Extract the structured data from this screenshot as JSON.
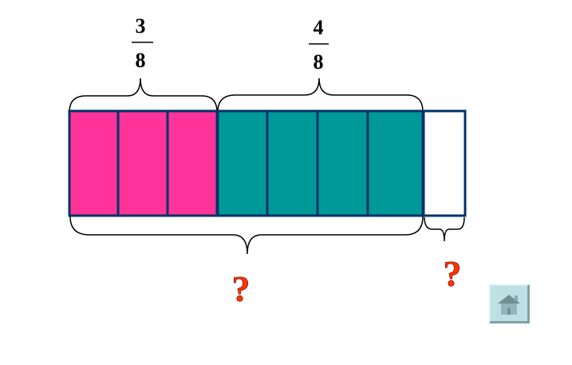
{
  "fractions": [
    {
      "numerator": "3",
      "denominator": "8"
    },
    {
      "numerator": "4",
      "denominator": "8"
    }
  ],
  "question_marks": [
    "?",
    "?"
  ],
  "bar": {
    "parts_total": 8,
    "pink_parts": 3,
    "teal_parts": 4,
    "empty_parts": 1
  },
  "colors": {
    "pink": "#ff3399",
    "teal": "#009999",
    "border": "#003366",
    "question": "#ff3300",
    "home_button": "#bde0e3"
  },
  "icons": {
    "home": "home-icon"
  }
}
